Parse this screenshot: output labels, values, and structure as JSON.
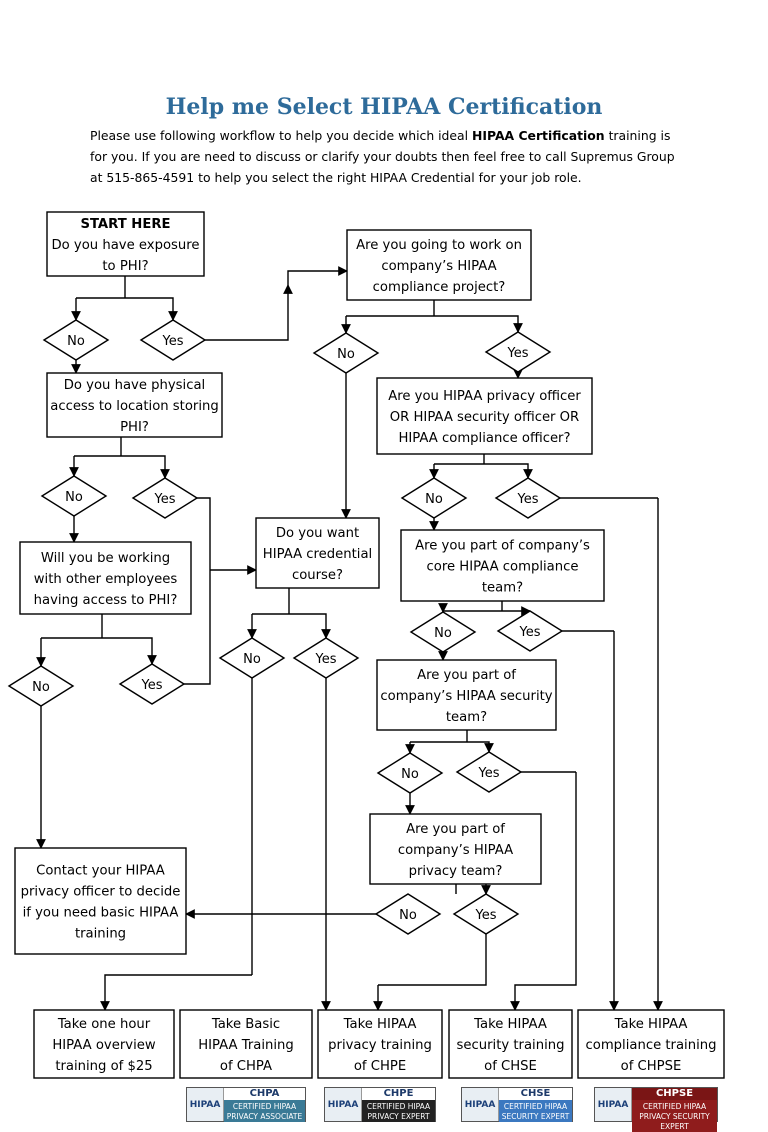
{
  "title": "Help me Select HIPAA Certification",
  "intro": {
    "before": "Please use following workflow to help you decide which ideal ",
    "bold": "HIPAA Certification",
    "after": " training is for you. If you are need to discuss or clarify your doubts then feel free to call Supremus Group at 515-865-4591 to help you select the right HIPAA Credential for your job role."
  },
  "boxes": [
    {
      "id": "start",
      "lines": [
        "START HERE",
        "Do you have exposure",
        "to PHI?"
      ],
      "bold_first": true
    },
    {
      "id": "project",
      "lines": [
        "Are you going to work on",
        "company’s HIPAA",
        "compliance project?"
      ]
    },
    {
      "id": "physical",
      "lines": [
        "Do you have physical",
        "access to location storing",
        "PHI?"
      ]
    },
    {
      "id": "officer",
      "lines": [
        "Are you HIPAA privacy officer",
        "OR HIPAA security officer OR",
        "HIPAA compliance officer?"
      ]
    },
    {
      "id": "credential",
      "lines": [
        "Do you want",
        "HIPAA credential",
        "course?"
      ]
    },
    {
      "id": "coreteam",
      "lines": [
        "Are you part of company’s",
        "core HIPAA compliance",
        "team?"
      ]
    },
    {
      "id": "others",
      "lines": [
        "Will you be working",
        "with other employees",
        "having access to PHI?"
      ]
    },
    {
      "id": "secteam",
      "lines": [
        "Are you part of",
        "company’s HIPAA security",
        "team?"
      ]
    },
    {
      "id": "privteam",
      "lines": [
        "Are you part of",
        "company’s HIPAA",
        "privacy team?"
      ]
    },
    {
      "id": "contact",
      "lines": [
        "Contact your HIPAA",
        "privacy officer to decide",
        "if you need basic HIPAA",
        "training"
      ]
    },
    {
      "id": "r1",
      "lines": [
        "Take one hour",
        "HIPAA overview",
        "training of $25"
      ]
    },
    {
      "id": "r2",
      "lines": [
        "Take Basic",
        "HIPAA Training",
        "of CHPA"
      ]
    },
    {
      "id": "r3",
      "lines": [
        "Take HIPAA",
        "privacy training",
        "of CHPE"
      ]
    },
    {
      "id": "r4",
      "lines": [
        "Take HIPAA",
        "security training",
        "of CHSE"
      ]
    },
    {
      "id": "r5",
      "lines": [
        "Take HIPAA",
        "compliance training",
        "of CHPSE"
      ]
    }
  ],
  "labels": {
    "no": "No",
    "yes": "Yes"
  },
  "badges": [
    {
      "logo": "HIPAA",
      "code": "CHPA",
      "band1": "CERTIFIED HIPAA",
      "band2": "PRIVACY ASSOCIATE"
    },
    {
      "logo": "HIPAA",
      "code": "CHPE",
      "band1": "CERTIFIED HIPAA",
      "band2": "PRIVACY EXPERT"
    },
    {
      "logo": "HIPAA",
      "code": "CHSE",
      "band1": "CERTIFIED HIPAA",
      "band2": "SECURITY EXPERT"
    },
    {
      "logo": "HIPAA",
      "code": "CHPSE",
      "band1": "CERTIFIED HIPAA",
      "band2": "PRIVACY SECURITY EXPERT"
    }
  ],
  "colors": {
    "title": "#2e6b9a",
    "line": "#000000"
  }
}
